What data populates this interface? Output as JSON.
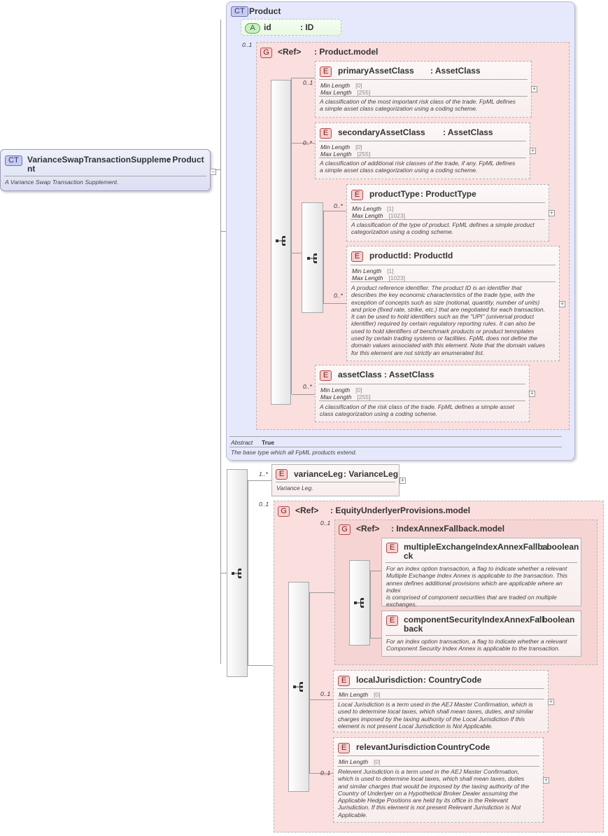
{
  "root": {
    "badge": "CT",
    "name": "VarianceSwapTransactionSuppleme",
    "name_cont": "nt",
    "type": ": Product",
    "doc": "A Variance Swap Transaction Supplement."
  },
  "product": {
    "badge": "CT",
    "name": "Product",
    "attribute": {
      "badge": "A",
      "name": "id",
      "type": ": ID"
    },
    "abstract_label": "Abstract",
    "abstract_value": "True",
    "doc": "The base type which all FpML products extend.",
    "group": {
      "badge": "G",
      "cardinality": "0..1",
      "ref": "<Ref>",
      "name": ": Product.model",
      "elements": [
        {
          "badge": "E",
          "name": "primaryAssetClass",
          "type": ": AssetClass",
          "cardinality": "0..1",
          "facets": [
            {
              "label": "Min Length",
              "value": "[0]"
            },
            {
              "label": "Max Length",
              "value": "[255]"
            }
          ],
          "doc": [
            "A classification of the most important risk class of the trade. FpML defines",
            "a simple asset class categorization using a coding scheme."
          ]
        },
        {
          "badge": "E",
          "name": "secondaryAssetClass",
          "type": ": AssetClass",
          "cardinality": "0..*",
          "facets": [
            {
              "label": "Min Length",
              "value": "[0]"
            },
            {
              "label": "Max Length",
              "value": "[255]"
            }
          ],
          "doc": [
            "A classification of additional risk classes of the trade, if any. FpML defines",
            "a simple asset class categorization using a coding scheme."
          ]
        },
        {
          "badge": "E",
          "name": "productType",
          "type": ": ProductType",
          "cardinality": "0..*",
          "facets": [
            {
              "label": "Min Length",
              "value": "[1]"
            },
            {
              "label": "Max Length",
              "value": "[1023]"
            }
          ],
          "doc": [
            "A classification of the type of product. FpML defines a simple product",
            "categorization using a coding scheme."
          ]
        },
        {
          "badge": "E",
          "name": "productId",
          "type": ": ProductId",
          "cardinality": "0..*",
          "facets": [
            {
              "label": "Min Length",
              "value": "[1]"
            },
            {
              "label": "Max Length",
              "value": "[1023]"
            }
          ],
          "doc": [
            "A product reference identifier. The product ID is an identifier that",
            "describes the key economic characteristics of the trade type, with the",
            "exception of concepts such as size (notional, quantity, number of units)",
            "and price (fixed rate, strike, etc.) that are negotiated for each transaction.",
            "It can be used to hold identifiers such as the \"UPI\" (universal product",
            "identifier) required by certain regulatory reporting rules. It can also be",
            "used to hold identifiers of benchmark products or product temnplates",
            "used by certain trading systems or facilities. FpML does not define the",
            "domain values associated with this element. Note that the domain values",
            "for this element are not strictly an enumerated list."
          ]
        },
        {
          "badge": "E",
          "name": "assetClass",
          "type": ": AssetClass",
          "cardinality": "0..*",
          "facets": [
            {
              "label": "Min Length",
              "value": "[0]"
            },
            {
              "label": "Max Length",
              "value": "[255]"
            }
          ],
          "doc": [
            "A classification of the risk class of the trade. FpML defines a simple asset",
            "class categorization using a coding scheme."
          ]
        }
      ]
    }
  },
  "varianceLeg": {
    "badge": "E",
    "name": "varianceLeg",
    "type": ": VarianceLeg",
    "cardinality": "1..*",
    "doc": "Variance Leg."
  },
  "equity": {
    "badge": "G",
    "cardinality": "0..1",
    "ref": "<Ref>",
    "name": ": EquityUnderlyerProvisions.model",
    "index": {
      "badge": "G",
      "cardinality": "0..1",
      "ref": "<Ref>",
      "name": ": IndexAnnexFallback.model",
      "elements": [
        {
          "badge": "E",
          "name": "multipleExchangeIndexAnnexFallba",
          "name_cont": "ck",
          "type": ": boolean",
          "doc": [
            "For an index option transaction, a flag to indicate whether a relevant",
            "Multiple Exchange Index Annex is applicable to the transaction. This",
            "annex defines additional provisions which are applicable where an index",
            "is comprised of component securities that are traded on multiple",
            "exchanges."
          ]
        },
        {
          "badge": "E",
          "name": "componentSecurityIndexAnnexFall",
          "name_cont": "back",
          "type": ": boolean",
          "doc": [
            "For an index option transaction, a flag to indicate whether a relevant",
            "Component Security Index Annex is applicable to the transaction."
          ]
        }
      ]
    },
    "elements": [
      {
        "badge": "E",
        "name": "localJurisdiction",
        "type": ": CountryCode",
        "cardinality": "0..1",
        "facets": [
          {
            "label": "Min Length",
            "value": "[0]"
          }
        ],
        "doc": [
          "Local Jurisdiction is a term used in the AEJ Master Confirmation, which is",
          "used to determine local taxes, which shall mean taxes, duties, and similar",
          "charges imposed by the taxing authority of the Local Jurisdiction If this",
          "element is not present Local Jurisdiction is Not Applicable."
        ]
      },
      {
        "badge": "E",
        "name": "relevantJurisdiction",
        "type": ": CountryCode",
        "cardinality": "0..1",
        "facets": [
          {
            "label": "Min Length",
            "value": "[0]"
          }
        ],
        "doc": [
          "Relevent Jurisdiction is a term used in the AEJ Master Confirmation,",
          "which is used to determine local taxes, which shall mean taxes, duties",
          "and similar charges that would be imposed by the taxing authority of the",
          "Country of Underlyer on a Hypothetical Broker Dealer assuming the",
          "Applicable Hedge Positions are held by its office in the Relevant",
          "Jurisdiction. If this element is not present Relevant Jurisdiction is Not",
          "Applicable."
        ]
      }
    ]
  }
}
